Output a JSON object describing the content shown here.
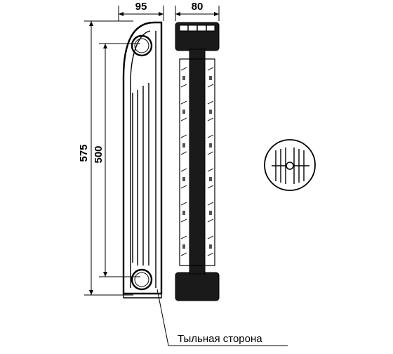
{
  "dimensions": {
    "width_front": "95",
    "width_side": "80",
    "height_total": "575",
    "height_axis": "500"
  },
  "callout": {
    "back_side_label": "Тыльная сторона"
  }
}
